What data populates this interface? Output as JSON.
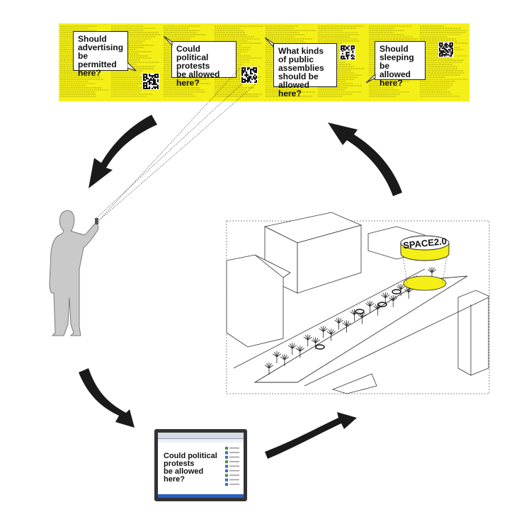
{
  "banner": {
    "background": "#f4ef16",
    "questions": [
      {
        "text": "Should\nadvertising\nbe permitted\nhere?"
      },
      {
        "text": "Could political\nprotests\nbe allowed\nhere?"
      },
      {
        "text": "What kinds\nof public\nassemblies\nshould be\nallowed here?"
      },
      {
        "text": "Should\nsleeping\nbe allowed\nhere?"
      }
    ]
  },
  "laptop": {
    "question": "Could political\nprotests\nbe allowed\nhere?"
  },
  "site": {
    "pavilion_label": "SPACE2.0",
    "highlight": "#f4ef16"
  },
  "cycle_arrows": [
    "banner-to-person",
    "person-to-laptop",
    "laptop-to-site",
    "site-to-banner"
  ]
}
